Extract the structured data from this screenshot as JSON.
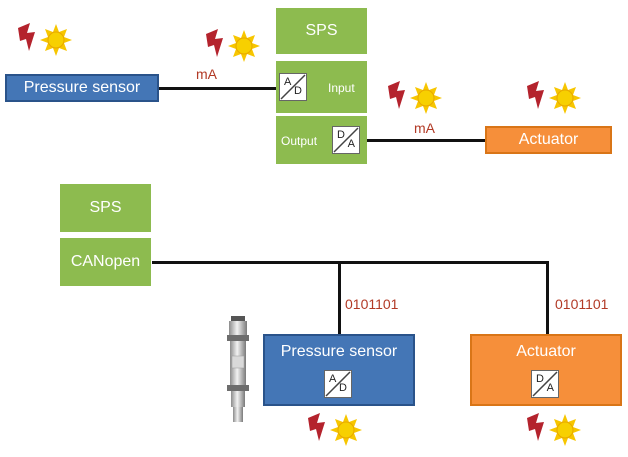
{
  "top": {
    "sps_label": "SPS",
    "input_label": "Input",
    "output_label": "Output",
    "pressure_sensor_label": "Pressure sensor",
    "actuator_label": "Actuator",
    "signal_left": "mA",
    "signal_right": "mA",
    "ad_converter": {
      "top": "A",
      "bottom": "D"
    },
    "da_converter": {
      "top": "D",
      "bottom": "A"
    }
  },
  "bottom": {
    "sps_label": "SPS",
    "canopen_label": "CANopen",
    "pressure_sensor_label": "Pressure sensor",
    "actuator_label": "Actuator",
    "digital_left": "0101101",
    "digital_right": "0101101",
    "ad_converter": {
      "top": "A",
      "bottom": "D"
    },
    "da_converter": {
      "top": "D",
      "bottom": "A"
    }
  },
  "colors": {
    "green": "#8dbb4f",
    "blue": "#4476b6",
    "orange": "#f68f3a",
    "signal_text": "#b23a26",
    "interference_sun": "#f7d000",
    "interference_bolt": "#b4232d"
  },
  "icons": [
    "interference-icon",
    "pressure-transmitter-image"
  ]
}
